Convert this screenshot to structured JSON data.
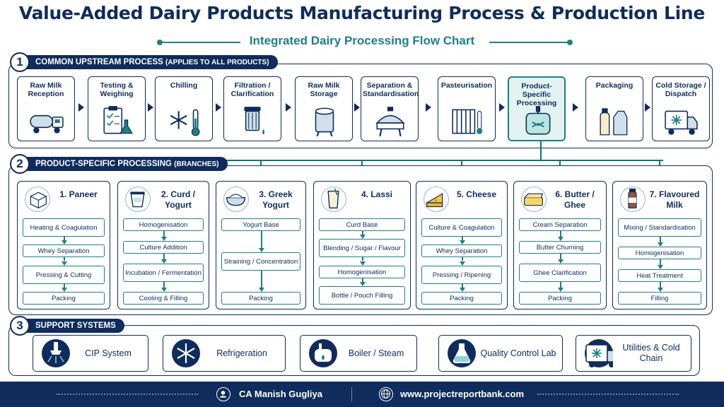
{
  "title": "Value-Added Dairy Products Manufacturing Process & Production Line",
  "subtitle": "Integrated Dairy Processing Flow Chart",
  "sections": {
    "upstream": {
      "number": "1",
      "label": "COMMON UPSTREAM PROCESS",
      "note": "(APPLIES TO ALL PRODUCTS)"
    },
    "branches": {
      "number": "2",
      "label": "PRODUCT-SPECIFIC PROCESSING",
      "note": "(BRANCHES)"
    },
    "support": {
      "number": "3",
      "label": "SUPPORT SYSTEMS"
    }
  },
  "upstream_stages": [
    {
      "label": "Raw Milk Reception",
      "icon": "tanker-truck-icon"
    },
    {
      "label": "Testing & Weighing",
      "icon": "checklist-flask-icon"
    },
    {
      "label": "Chilling",
      "icon": "snowflake-thermometer-icon"
    },
    {
      "label": "Filtration / Clarification",
      "icon": "filter-icon"
    },
    {
      "label": "Raw Milk Storage",
      "icon": "storage-silo-icon"
    },
    {
      "label": "Separation & Standardisation",
      "icon": "separator-icon"
    },
    {
      "label": "Pasteurisation",
      "icon": "heat-exchanger-icon"
    },
    {
      "label": "Product-Specific Processing",
      "icon": "mixing-vessel-icon"
    },
    {
      "label": "Packaging",
      "icon": "bottle-carton-icon"
    },
    {
      "label": "Cold Storage / Dispatch",
      "icon": "reefer-truck-icon"
    }
  ],
  "products": [
    {
      "title": "1. Paneer",
      "icon": "paneer-block-icon",
      "steps": [
        "Heating & Coagulation",
        "Whey Separation",
        "Pressing & Cutting",
        "Packing"
      ]
    },
    {
      "title": "2. Curd / Yogurt",
      "icon": "yogurt-cup-icon",
      "steps": [
        "Homogenisation",
        "Culture Addition",
        "Incubation / Fermentation",
        "Cooling & Filling"
      ]
    },
    {
      "title": "3. Greek Yogurt",
      "icon": "greek-yogurt-bowl-icon",
      "steps": [
        "Yogurt Base",
        "Straining / Concentration",
        "Packing"
      ]
    },
    {
      "title": "4. Lassi",
      "icon": "lassi-glass-icon",
      "steps": [
        "Curd Base",
        "Blending / Sugar / Flavour",
        "Homogenisation",
        "Bottle / Pouch Filling"
      ]
    },
    {
      "title": "5. Cheese",
      "icon": "cheese-wedge-icon",
      "steps": [
        "Culture & Coagulation",
        "Whey Separation",
        "Pressing / Ripening",
        "Packing"
      ]
    },
    {
      "title": "6. Butter / Ghee",
      "icon": "butter-block-icon",
      "steps": [
        "Cream Separation",
        "Butter Churning",
        "Ghee Clarification",
        "Packing"
      ]
    },
    {
      "title": "7. Flavoured Milk",
      "icon": "flavoured-milk-bottle-icon",
      "steps": [
        "Mixing / Standardisation",
        "Homogenisation",
        "Heat Treatment",
        "Filling"
      ]
    }
  ],
  "support_systems": [
    {
      "label": "CIP System",
      "icon": "cip-spray-icon"
    },
    {
      "label": "Refrigeration",
      "icon": "snowflake-icon"
    },
    {
      "label": "Boiler / Steam",
      "icon": "boiler-icon"
    },
    {
      "label": "Quality Control Lab",
      "icon": "flask-icon"
    },
    {
      "label": "Utilities & Cold Chain",
      "icon": "reefer-truck-icon"
    }
  ],
  "footer": {
    "author": "CA Manish Gugliya",
    "website": "www.projectreportbank.com",
    "author_icon": "user-icon",
    "website_icon": "globe-icon"
  },
  "colors": {
    "navy": "#0f2c5c",
    "teal": "#1f7f86",
    "highlight": "#e2f3f1"
  }
}
